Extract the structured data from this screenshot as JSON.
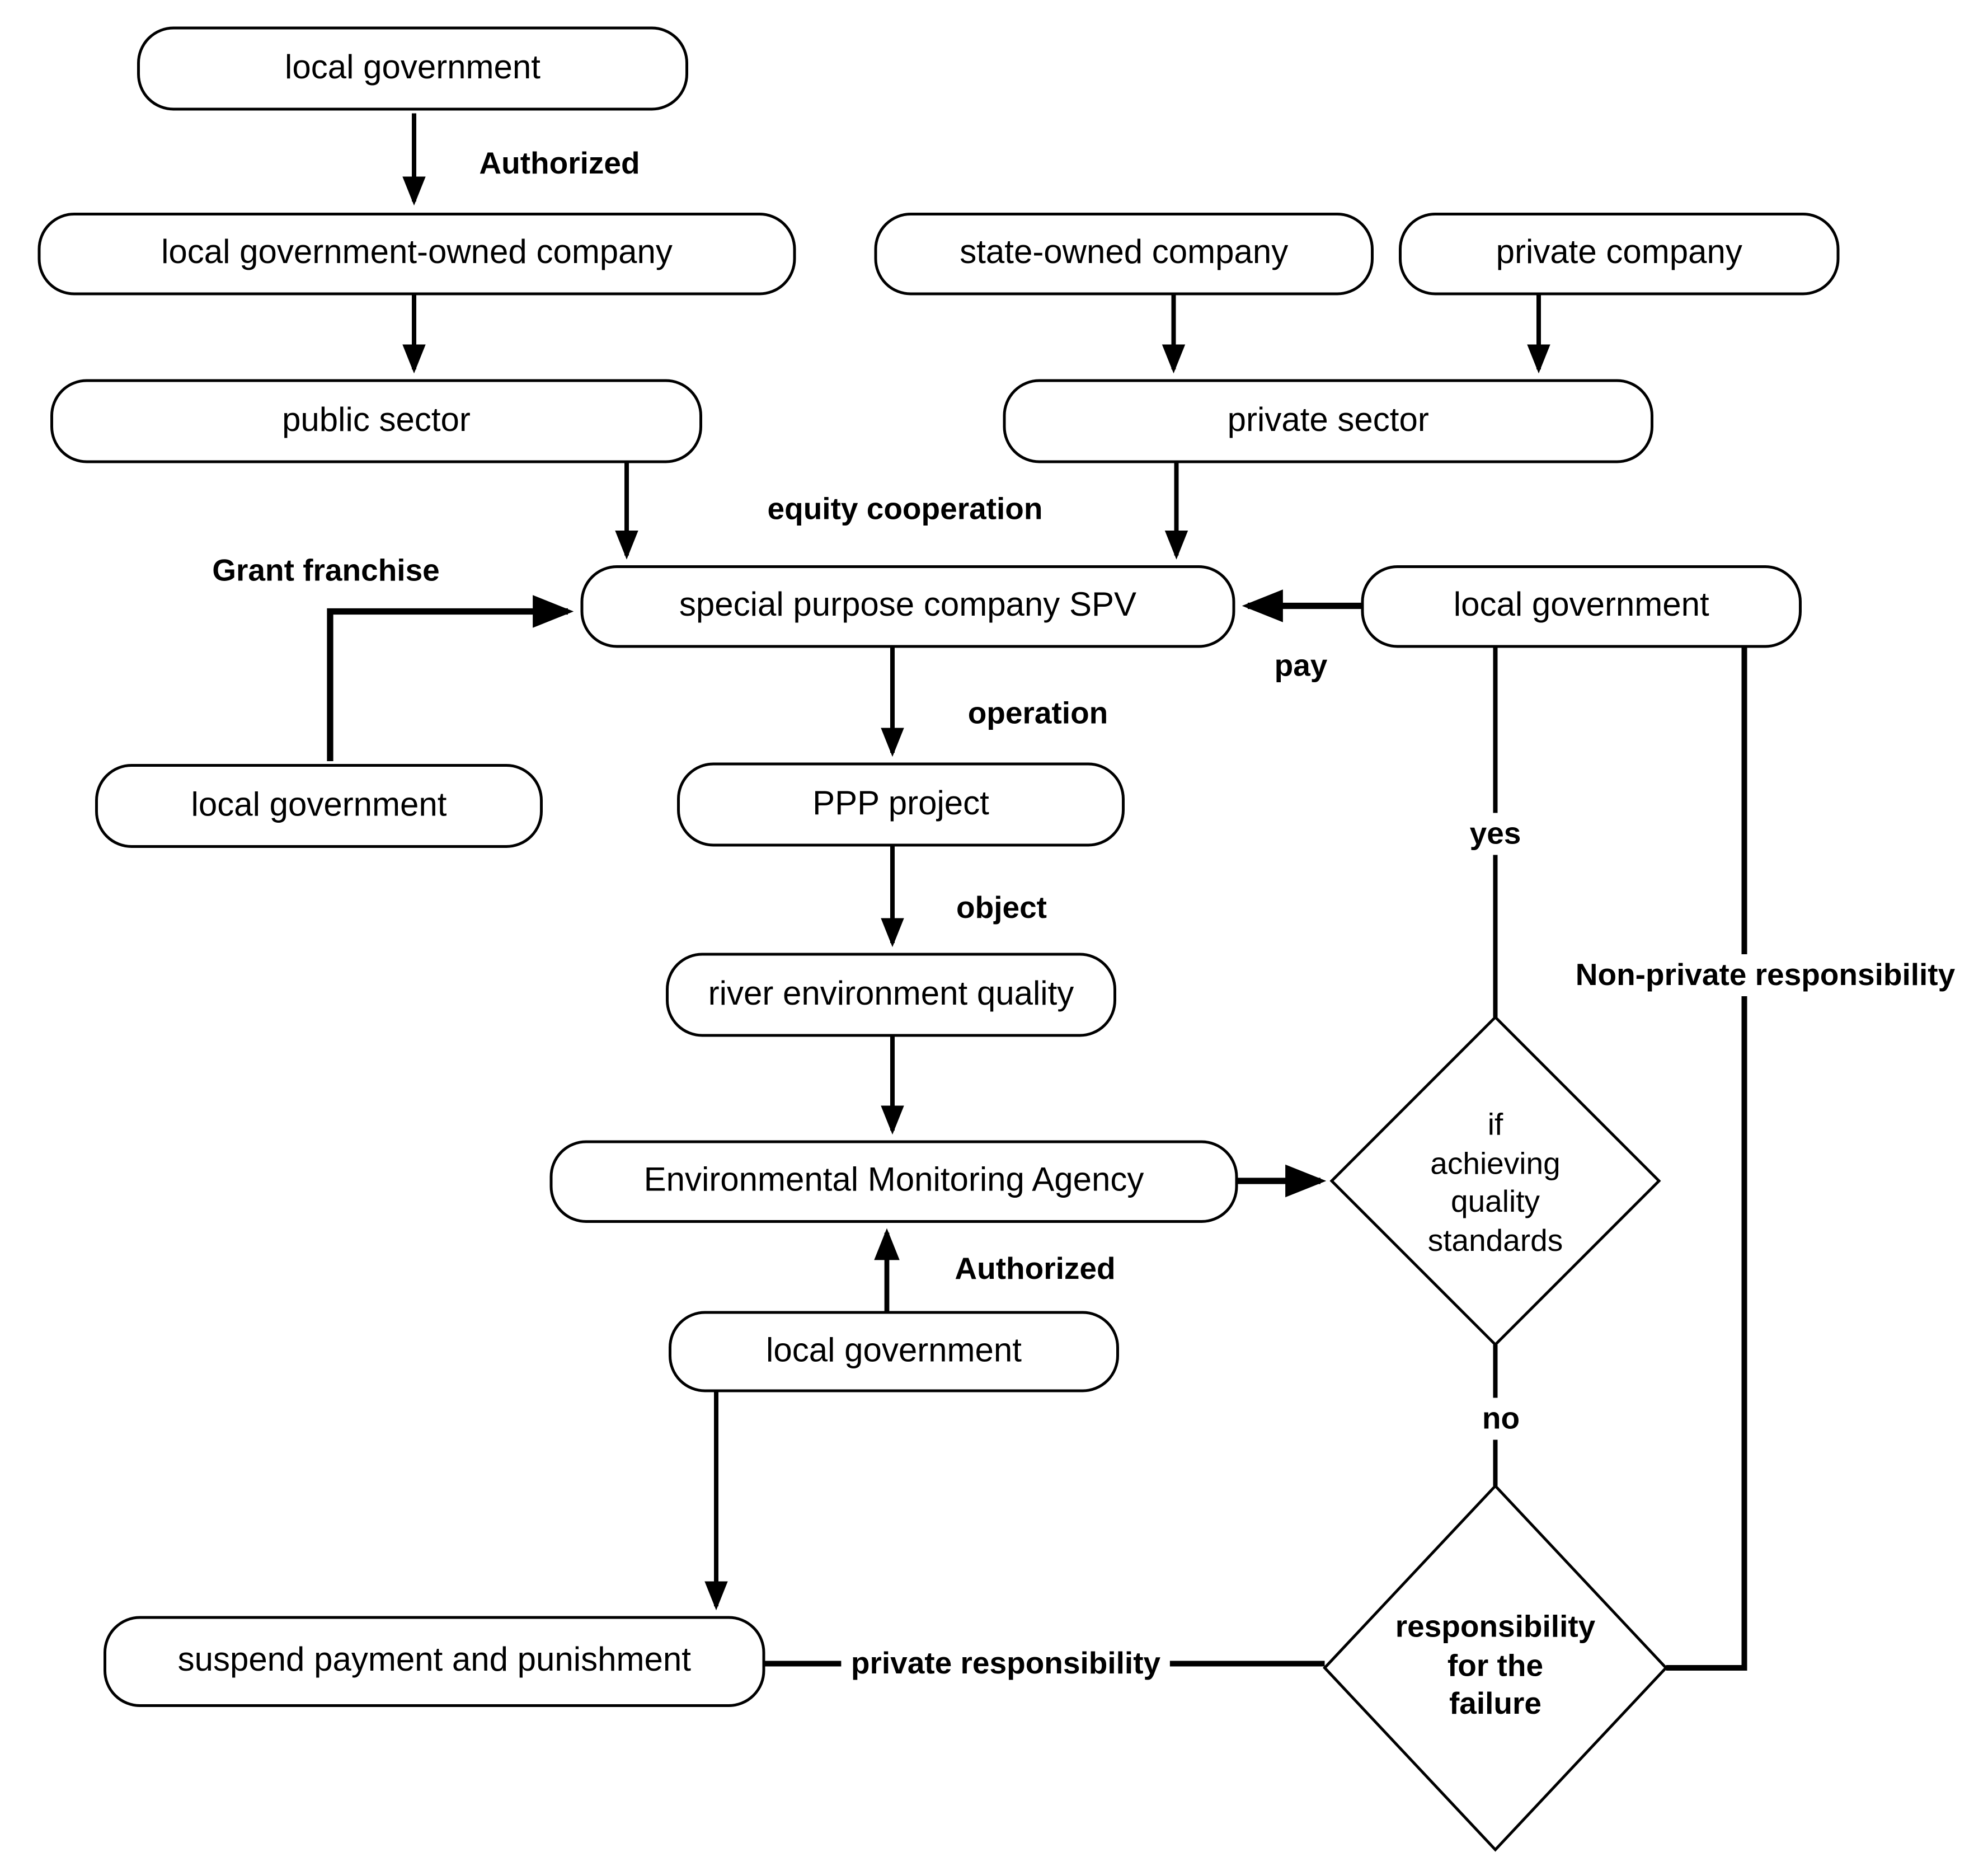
{
  "diagram": {
    "nodes": {
      "lg_top": "local government",
      "lgoc": "local government-owned company",
      "public_sector": "public sector",
      "state_owned": "state-owned company",
      "private_company": "private company",
      "private_sector": "private sector",
      "spv": "special purpose company SPV",
      "lg_right": "local government",
      "lg_left": "local government",
      "ppp": "PPP project",
      "river": "river environment quality",
      "ema": "Environmental Monitoring Agency",
      "lg_bottom": "local government",
      "suspend": "suspend payment and punishment"
    },
    "decisions": {
      "quality": "if\nachieving\nquality\nstandards",
      "failure": "responsibility\nfor the\nfailure"
    },
    "edge_labels": {
      "authorized_top": "Authorized",
      "equity": "equity cooperation",
      "grant_franchise": "Grant franchise",
      "pay": "pay",
      "operation": "operation",
      "object": "object",
      "authorized_bottom": "Authorized",
      "yes": "yes",
      "no": "no",
      "non_private": "Non-private responsibility",
      "private": "private responsibility"
    },
    "colors": {
      "line": "#000000",
      "node_fill": "#ffffff",
      "background": "#ffffff"
    }
  }
}
